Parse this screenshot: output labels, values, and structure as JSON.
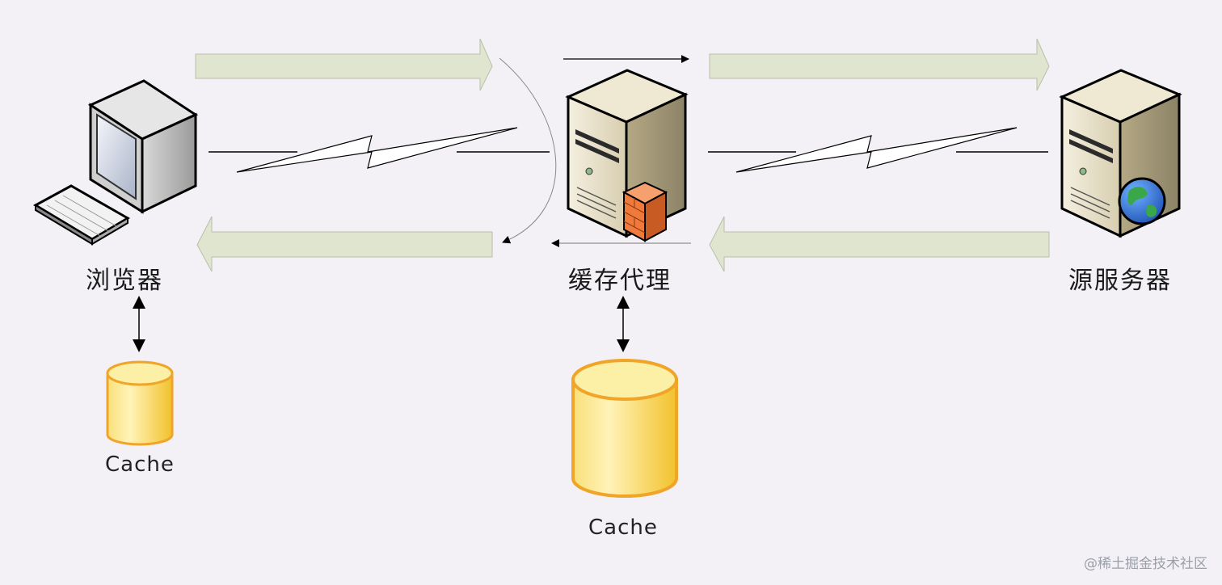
{
  "nodes": {
    "browser": {
      "label": "浏览器"
    },
    "proxy": {
      "label": "缓存代理"
    },
    "origin": {
      "label": "源服务器"
    }
  },
  "caches": {
    "browser_cache": {
      "label": "Cache"
    },
    "proxy_cache": {
      "label": "Cache"
    }
  },
  "colors": {
    "background": "#f3f1f6",
    "flow_arrow": "#dfe5cf",
    "cache_fill": "#f7d040",
    "cache_stroke": "#f0a428",
    "firewall": "#ef7a3c",
    "globe": "#2a6fd6"
  },
  "watermark": "@稀土掘金技术社区"
}
